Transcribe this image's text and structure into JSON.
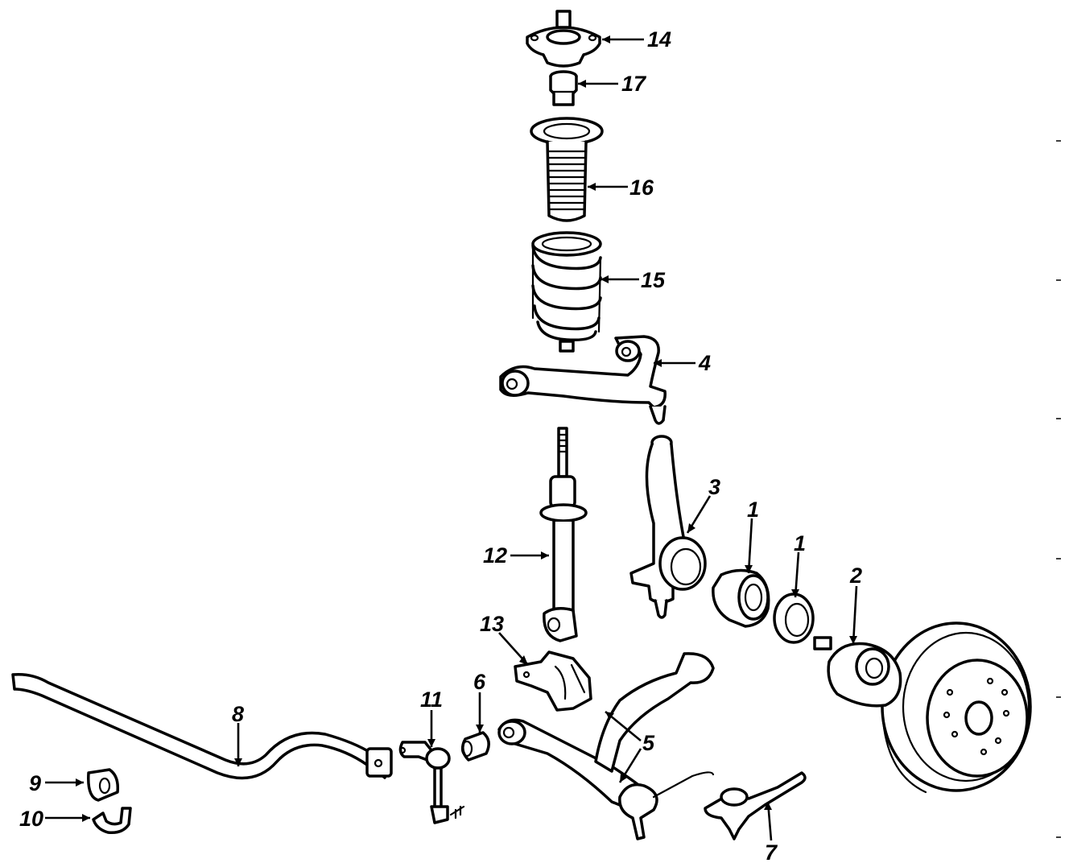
{
  "diagram": {
    "type": "exploded-parts-diagram",
    "subject": "front suspension",
    "callouts": [
      {
        "id": "c14",
        "label": "14"
      },
      {
        "id": "c17",
        "label": "17"
      },
      {
        "id": "c16",
        "label": "16"
      },
      {
        "id": "c15",
        "label": "15"
      },
      {
        "id": "c4",
        "label": "4"
      },
      {
        "id": "c3",
        "label": "3"
      },
      {
        "id": "c1a",
        "label": "1"
      },
      {
        "id": "c1b",
        "label": "1"
      },
      {
        "id": "c2",
        "label": "2"
      },
      {
        "id": "c12",
        "label": "12"
      },
      {
        "id": "c13",
        "label": "13"
      },
      {
        "id": "c6",
        "label": "6"
      },
      {
        "id": "c11",
        "label": "11"
      },
      {
        "id": "c8",
        "label": "8"
      },
      {
        "id": "c5",
        "label": "5"
      },
      {
        "id": "c9",
        "label": "9"
      },
      {
        "id": "c10",
        "label": "10"
      },
      {
        "id": "c7",
        "label": "7"
      }
    ],
    "parts": {
      "p1": "wheel-bearing",
      "p2": "hub-and-rotor",
      "p3": "steering-knuckle",
      "p4": "upper-control-arm",
      "p5": "lower-control-arm",
      "p6": "bushing",
      "p7": "ball-joint",
      "p8": "stabilizer-bar",
      "p9": "stabilizer-bushing",
      "p10": "stabilizer-bracket",
      "p11": "stabilizer-link",
      "p12": "strut",
      "p13": "bracket",
      "p14": "strut-mount",
      "p15": "coil-spring",
      "p16": "dust-boot",
      "p17": "bump-stop"
    }
  }
}
